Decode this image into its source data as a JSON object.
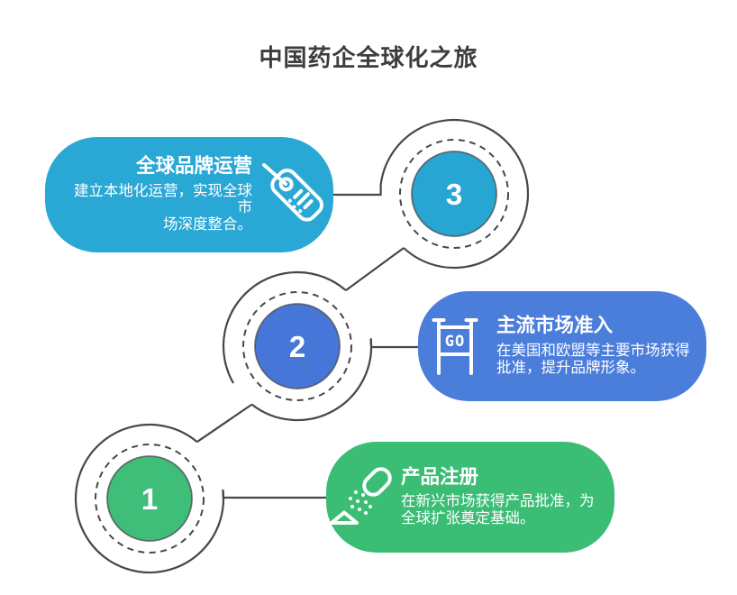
{
  "title": "中国药企全球化之旅",
  "steps": [
    {
      "number": "1",
      "label": "产品注册",
      "description": "在新兴市场获得产品批准，为\n全球扩张奠定基础。",
      "color": "#3cbd76",
      "icon": "pill-capsule-icon"
    },
    {
      "number": "2",
      "label": "主流市场准入",
      "description": "在美国和欧盟等主要市场获得\n批准，提升品牌形象。",
      "color": "#4b7ddb",
      "icon": "go-sign-icon",
      "icon_text": "GO"
    },
    {
      "number": "3",
      "label": "全球品牌运营",
      "description": "建立本地化运营，实现全球市\n场深度整合。",
      "color": "#29a7d5",
      "icon": "price-tag-icon"
    }
  ],
  "colors": {
    "background": "#ffffff",
    "path_line": "#47474b",
    "step1_fill": "#3ebe79",
    "step2_fill": "#4677d8",
    "step3_fill": "#28a6d3",
    "card_text": "#ffffff",
    "title_text": "#3d3d40"
  }
}
